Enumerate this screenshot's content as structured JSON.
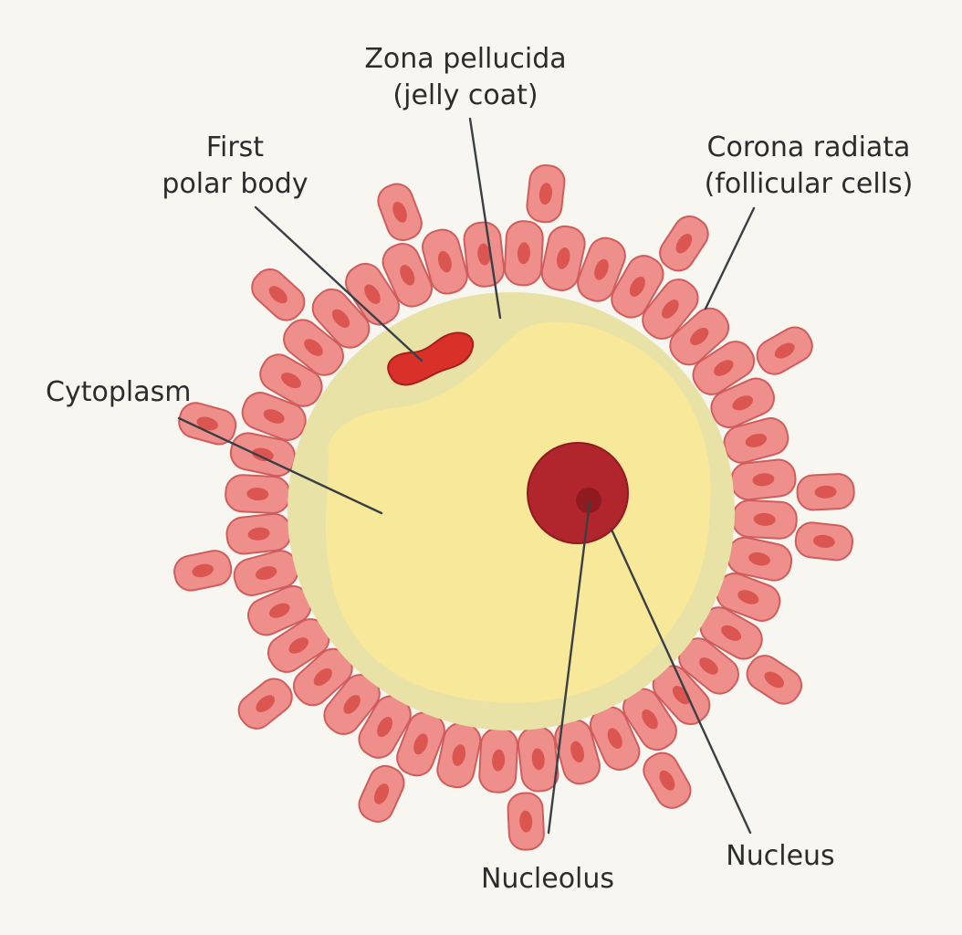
{
  "labels": {
    "zona_pellucida": [
      "Zona pellucida",
      "(jelly coat)"
    ],
    "first_polar_body": [
      "First",
      "polar body"
    ],
    "corona_radiata": [
      "Corona radiata",
      "(follicular cells)"
    ],
    "cytoplasm": "Cytoplasm",
    "nucleolus": "Nucleolus",
    "nucleus": "Nucleus"
  },
  "colors": {
    "background": "#f7f6f1",
    "follicle_cell_fill": "#ef8f8c",
    "follicle_cell_stroke": "#cf5d5c",
    "follicle_cell_nucleus": "#db5650",
    "zona_pellucida": "#e9e2a6",
    "cytoplasm": "#f8e89a",
    "nucleus": "#b1262c",
    "nucleolus": "#8f1a20",
    "polar_body": "#d9302a",
    "leader_line": "#3a3f44"
  }
}
